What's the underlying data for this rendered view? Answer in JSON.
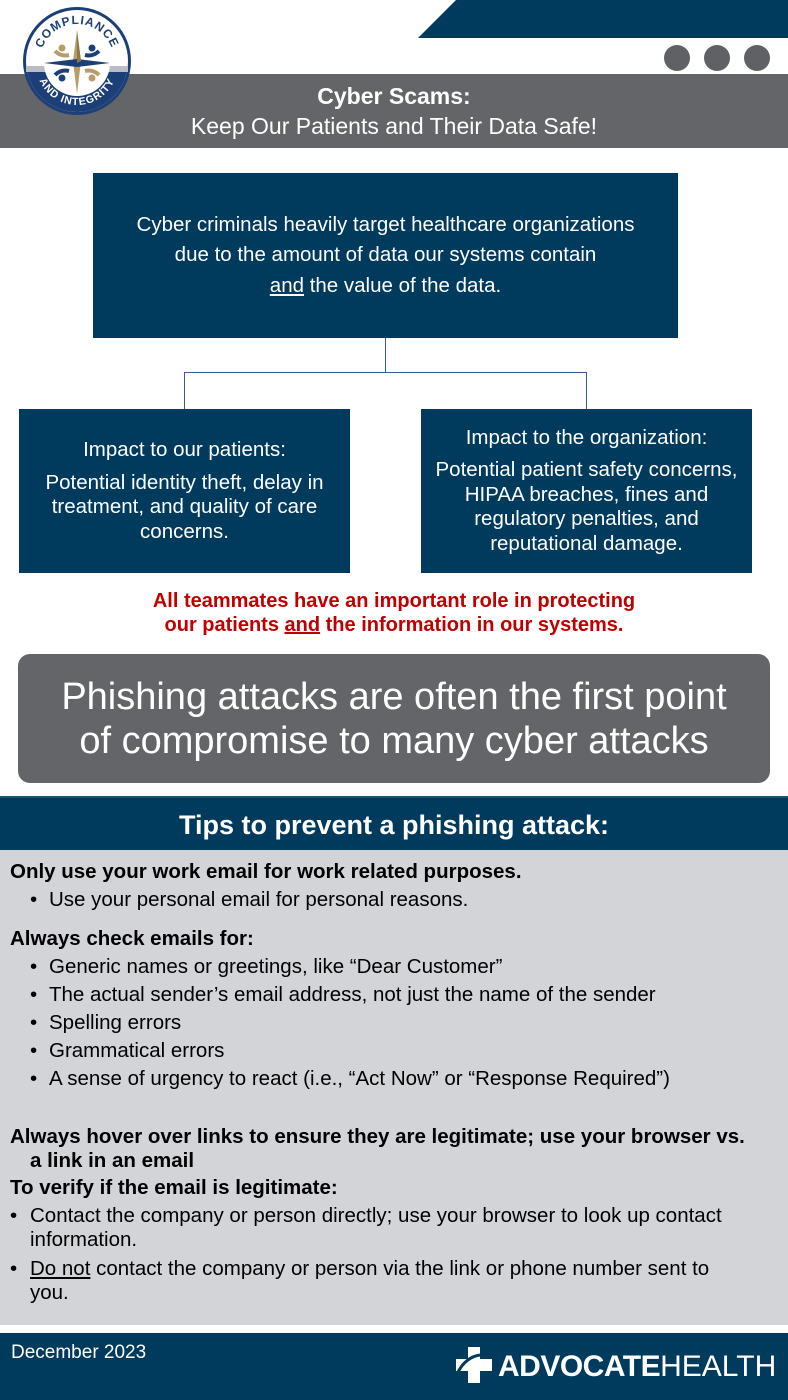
{
  "header": {
    "logo": {
      "top_text": "COMPLIANCE",
      "bottom_text": "AND INTEGRITY",
      "icon": "compass-star-logo-icon"
    },
    "title_line1": "Cyber Scams:",
    "title_line2": "Keep Our Patients and Their Data Safe!",
    "dots": 3
  },
  "intro": {
    "line1": "Cyber criminals heavily target healthcare organizations",
    "line2": "due to the amount of data our systems contain",
    "line3_underlined": "and",
    "line3_rest": " the value of the data."
  },
  "impacts": [
    {
      "heading": "Impact to our patients:",
      "body": "Potential identity theft, delay in treatment, and quality of care concerns."
    },
    {
      "heading": "Impact to the organization:",
      "body": "Potential patient safety concerns, HIPAA breaches, fines and regulatory penalties, and reputational damage."
    }
  ],
  "role": {
    "line1": "All teammates have an important role in protecting",
    "line2_pre": "our patients ",
    "line2_underlined": "and",
    "line2_post": " the information in our systems."
  },
  "phishing_callout": {
    "line1": "Phishing attacks are often the first point",
    "line2": "of compromise to many cyber attacks"
  },
  "tips": {
    "header": "Tips to prevent a phishing attack:",
    "section1": {
      "heading": "Only use your work email for work related purposes.",
      "items": [
        "Use your personal email for personal reasons."
      ]
    },
    "section2": {
      "heading": "Always check emails for:",
      "items": [
        "Generic names or greetings, like “Dear Customer”",
        "The actual sender’s email address, not just the name of the sender",
        "Spelling errors",
        "Grammatical errors",
        "A sense of urgency to react (i.e., “Act Now” or “Response Required”)"
      ]
    },
    "section3": {
      "heading": "Always hover over links to ensure they are legitimate; use your browser vs. a link in an email"
    },
    "section4": {
      "heading": "To verify if the email is legitimate:",
      "item1": "Contact the company or person directly; use your browser to look up contact information.",
      "item2_underlined": "Do not",
      "item2_rest": " contact the company or person via the link or phone number sent to you."
    }
  },
  "footer": {
    "date": "December 2023",
    "brand_bold": "ADVOCATE",
    "brand_thin": "HEALTH",
    "brand_icon": "cross-logo-icon"
  },
  "colors": {
    "navy": "#003a5d",
    "gray": "#636569",
    "light_gray": "#d3d4d8",
    "red": "#c00000"
  }
}
